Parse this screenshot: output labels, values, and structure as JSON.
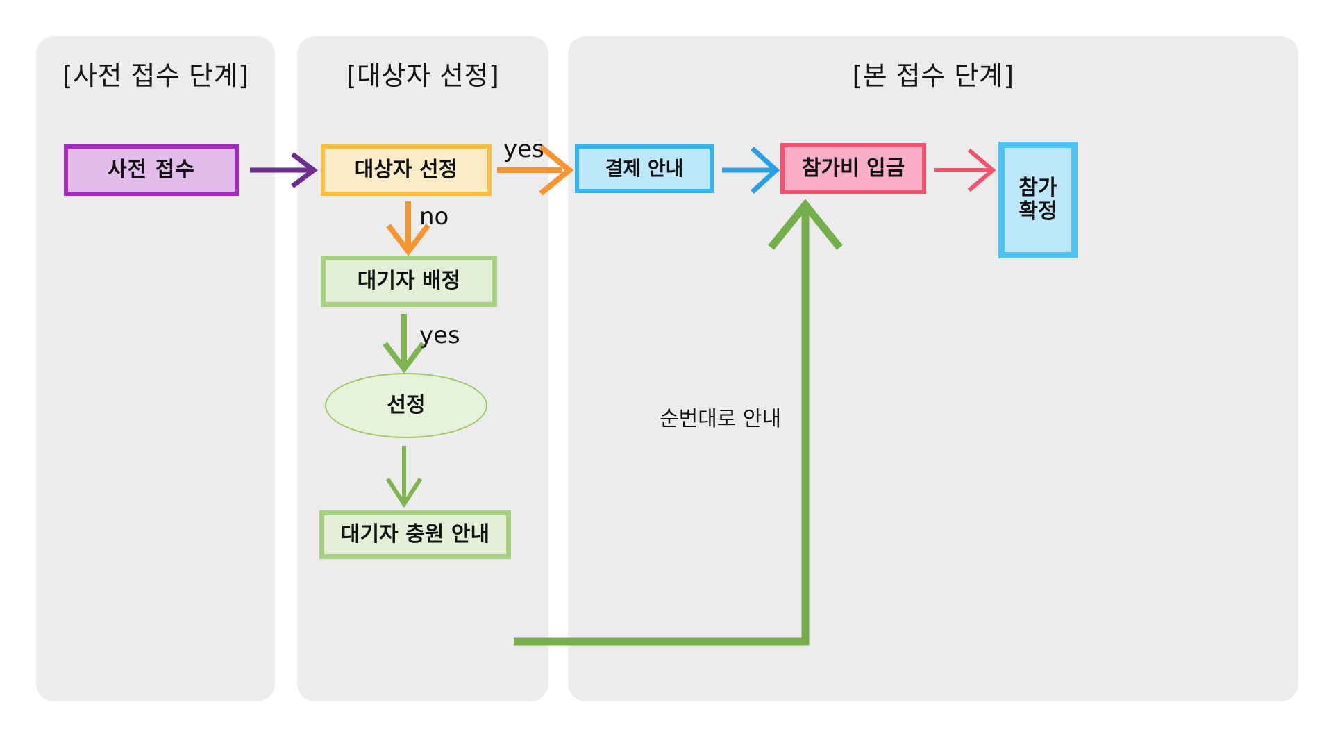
{
  "diagram": {
    "title_semantic": "event-registration-flowchart",
    "lanes": [
      {
        "id": "pre",
        "title": "[사전 접수 단계]"
      },
      {
        "id": "sel",
        "title": "[대상자 선정]"
      },
      {
        "id": "main",
        "title": "[본 접수 단계]"
      }
    ],
    "nodes": {
      "pre_apply": {
        "label": "사전  접수",
        "shape": "rect",
        "fill": "#E2BCEA",
        "stroke": "#A32BC0"
      },
      "target_select": {
        "label": "대상자 선정",
        "shape": "rect",
        "fill": "#FCEDC8",
        "stroke": "#FAC03D"
      },
      "waitlist_assign": {
        "label": "대기자 배정",
        "shape": "rect",
        "fill": "#E3F0D7",
        "stroke": "#A7D180"
      },
      "selected": {
        "label": "선정",
        "shape": "ellipse",
        "fill": "#E6F2DA",
        "stroke": "#9CC96E"
      },
      "waitlist_fill": {
        "label": "대기자 충원 안내",
        "shape": "rect",
        "fill": "#E3F0D7",
        "stroke": "#A7D180"
      },
      "payment_info": {
        "label": "결제 안내",
        "shape": "rect",
        "fill": "#BDE8FB",
        "stroke": "#33B5F0"
      },
      "fee_deposit": {
        "label": "참가비 입금",
        "shape": "rect",
        "fill": "#FBAFC7",
        "stroke": "#F4526E"
      },
      "confirm": {
        "label_line1": "참가",
        "label_line2": "확정",
        "shape": "rect",
        "fill": "#BDE8FB",
        "stroke": "#4DC3F5"
      }
    },
    "edges": [
      {
        "from": "pre_apply",
        "to": "target_select",
        "label": "",
        "color": "#6B2D8E"
      },
      {
        "from": "target_select",
        "to": "payment_info",
        "label": "yes",
        "color": "#F79530"
      },
      {
        "from": "target_select",
        "to": "waitlist_assign",
        "label": "no",
        "color": "#F79530"
      },
      {
        "from": "waitlist_assign",
        "to": "selected",
        "label": "yes",
        "color": "#7FB450"
      },
      {
        "from": "selected",
        "to": "waitlist_fill",
        "label": "",
        "color": "#7FB450"
      },
      {
        "from": "waitlist_fill",
        "to": "payment_info",
        "label": "순번대로 안내",
        "color": "#75AE4A"
      },
      {
        "from": "payment_info",
        "to": "fee_deposit",
        "label": "",
        "color": "#28A0E8"
      },
      {
        "from": "fee_deposit",
        "to": "confirm",
        "label": "",
        "color": "#F4526E"
      }
    ],
    "edge_labels": {
      "no": "no",
      "yes_waitlist": "yes",
      "yes_main": "yes",
      "order_guide": "순번대로 안내"
    },
    "colors": {
      "lane_background": "#ececec",
      "page_background": "#ffffff",
      "text": "#111111",
      "purple": "#A32BC0",
      "amber": "#FAC03D",
      "green": "#7FB450",
      "blue": "#33B5F0",
      "pink": "#F4526E",
      "orange": "#F79530"
    }
  }
}
